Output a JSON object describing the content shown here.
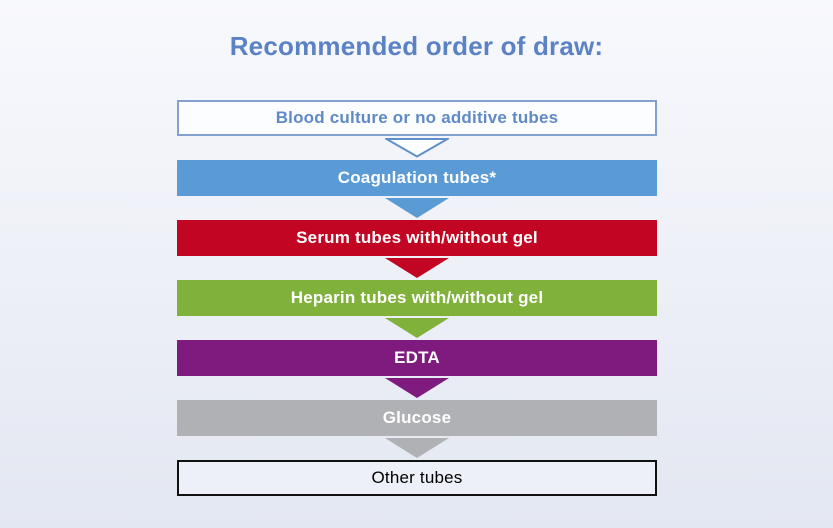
{
  "page": {
    "background_top": "#f8f9fd",
    "background_bottom": "#e3e7f1"
  },
  "title": {
    "text": "Recommended order of draw:",
    "color": "#5b82c3"
  },
  "steps": [
    {
      "label": "Blood culture or no additive tubes",
      "bg": "#fcfdff",
      "text_color": "#6089c7",
      "border_color": "#84a0ce",
      "bold": true,
      "arrow": {
        "shape": "hollow",
        "color": "#5d8fc9",
        "fill": "#fdfeff"
      }
    },
    {
      "label": "Coagulation tubes*",
      "bg": "#5a9bd6",
      "text_color": "#ffffff",
      "border_color": null,
      "bold": true,
      "arrow": {
        "shape": "solid",
        "color": "#5a9bd6",
        "fill": "#5a9bd6"
      }
    },
    {
      "label": "Serum tubes with/without gel",
      "bg": "#c30524",
      "text_color": "#ffffff",
      "border_color": null,
      "bold": true,
      "arrow": {
        "shape": "solid",
        "color": "#c30524",
        "fill": "#c30524"
      }
    },
    {
      "label": "Heparin tubes with/without gel",
      "bg": "#80b13b",
      "text_color": "#ffffff",
      "border_color": null,
      "bold": true,
      "arrow": {
        "shape": "solid",
        "color": "#80b13b",
        "fill": "#80b13b"
      }
    },
    {
      "label": "EDTA",
      "bg": "#7f1b7e",
      "text_color": "#ffffff",
      "border_color": null,
      "bold": true,
      "arrow": {
        "shape": "solid",
        "color": "#7f1b7e",
        "fill": "#7f1b7e"
      }
    },
    {
      "label": "Glucose",
      "bg": "#b0b1b4",
      "text_color": "#ffffff",
      "border_color": null,
      "bold": true,
      "arrow": {
        "shape": "solid",
        "color": "#b0b1b4",
        "fill": "#b0b1b4"
      }
    },
    {
      "label": "Other tubes",
      "bg": "#edf0f8",
      "text_color": "#000000",
      "border_color": "#111111",
      "bold": false,
      "arrow": null
    }
  ]
}
